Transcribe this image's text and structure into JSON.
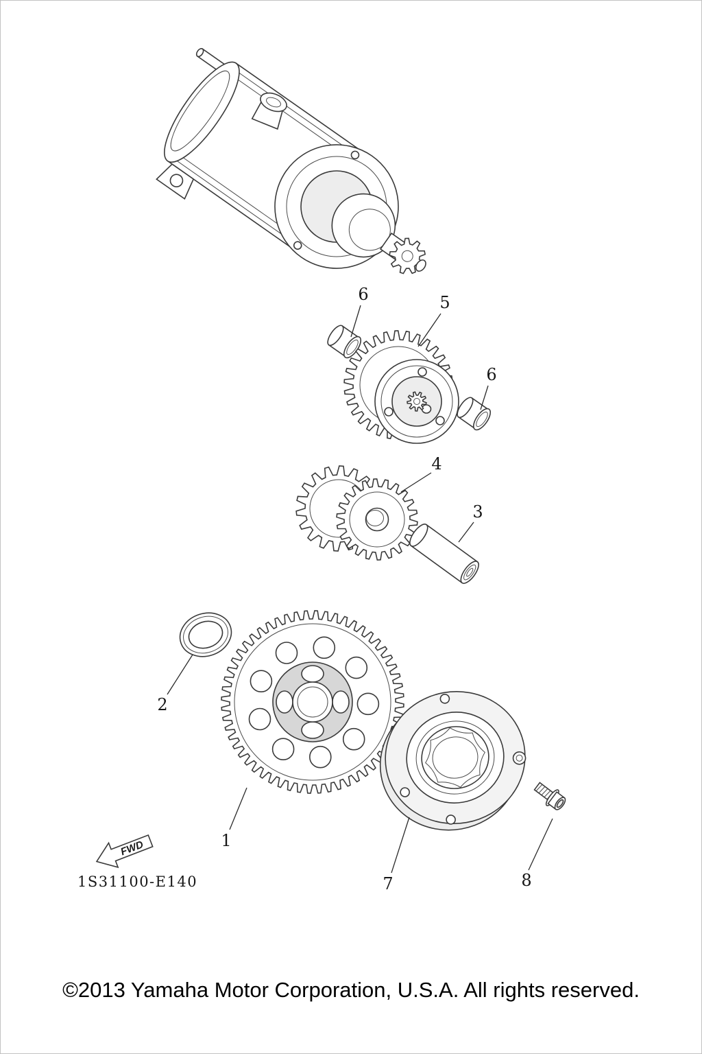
{
  "diagram": {
    "code": "1S31100-E140",
    "fwd_label": "FWD",
    "callouts": {
      "c1": "1",
      "c2": "2",
      "c3": "3",
      "c4": "4",
      "c5": "5",
      "c6a": "6",
      "c6b": "6",
      "c7": "7",
      "c8": "8"
    }
  },
  "footer": {
    "copyright": "©2013 Yamaha Motor Corporation, U.S.A. All rights reserved."
  }
}
